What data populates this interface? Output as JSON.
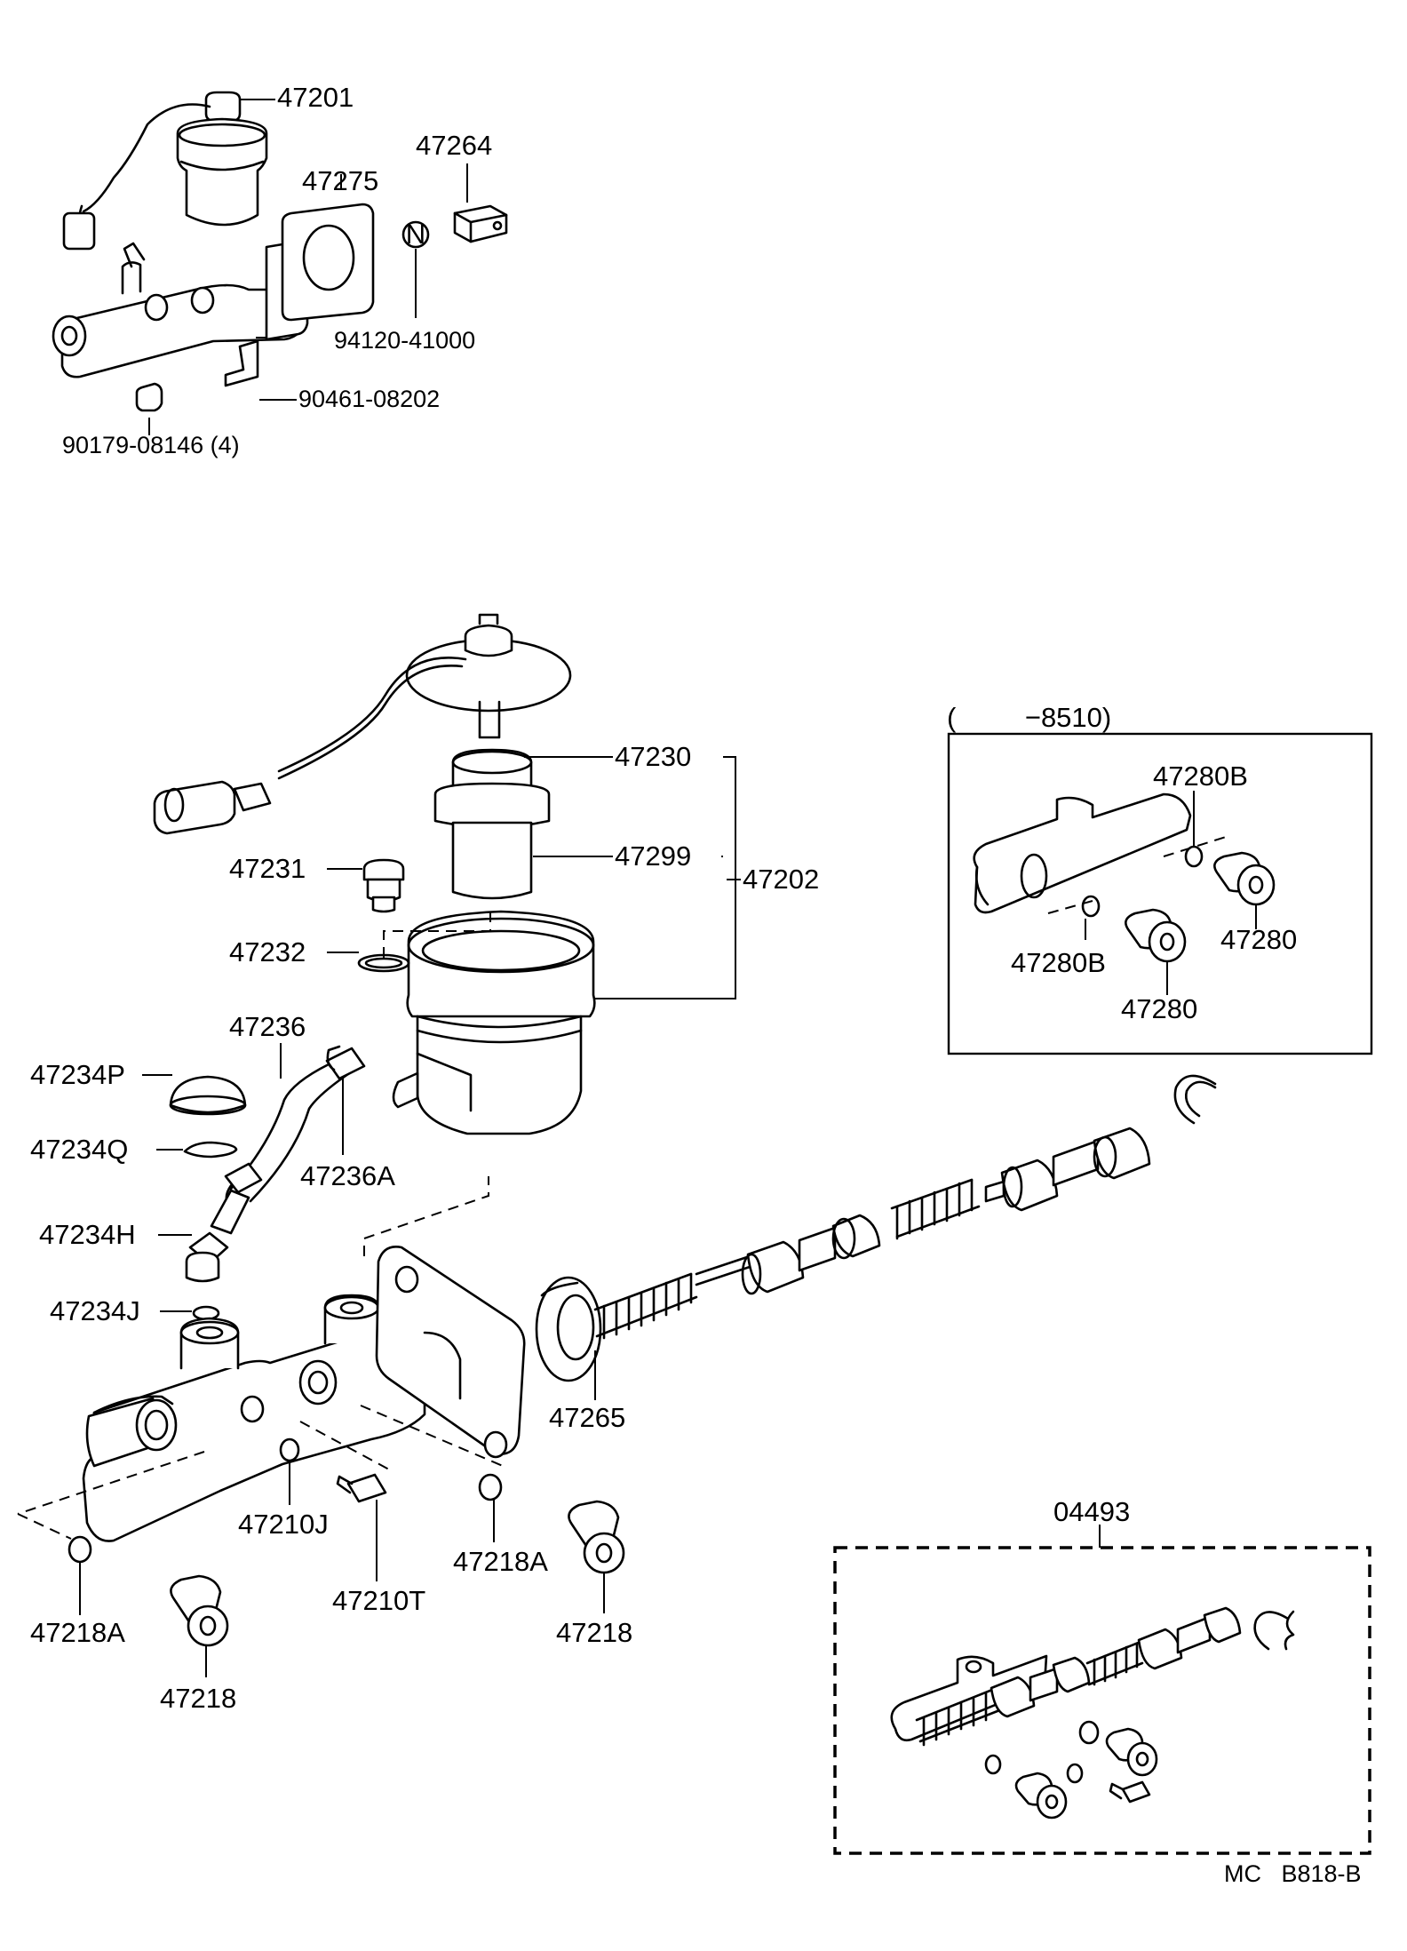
{
  "parts": {
    "p47201": "47201",
    "p47264": "47264",
    "p47275": "47275",
    "p94120": "94120-41000",
    "p90461": "90461-08202",
    "p90179": "90179-08146 (4)",
    "new_symbol": "N",
    "p47230": "47230",
    "p47299": "47299",
    "p47202": "47202",
    "p47231": "47231",
    "p47232": "47232",
    "p47236": "47236",
    "p47234P": "47234P",
    "p47234Q": "47234Q",
    "p47236A": "47236A",
    "p47234H": "47234H",
    "p47234J": "47234J",
    "p47265": "47265",
    "p47210J": "47210J",
    "p47210T": "47210T",
    "p47218A_left": "47218A",
    "p47218A_right": "47218A",
    "p47218_left": "47218",
    "p47218_right": "47218"
  },
  "inset": {
    "range": "(         −8510)",
    "p47280B_top": "47280B",
    "p47280B_bottom": "47280B",
    "p47280_right": "47280",
    "p47280_bottom": "47280"
  },
  "kit": {
    "number": "04493"
  },
  "footer": {
    "code": "MC   B818-B"
  }
}
